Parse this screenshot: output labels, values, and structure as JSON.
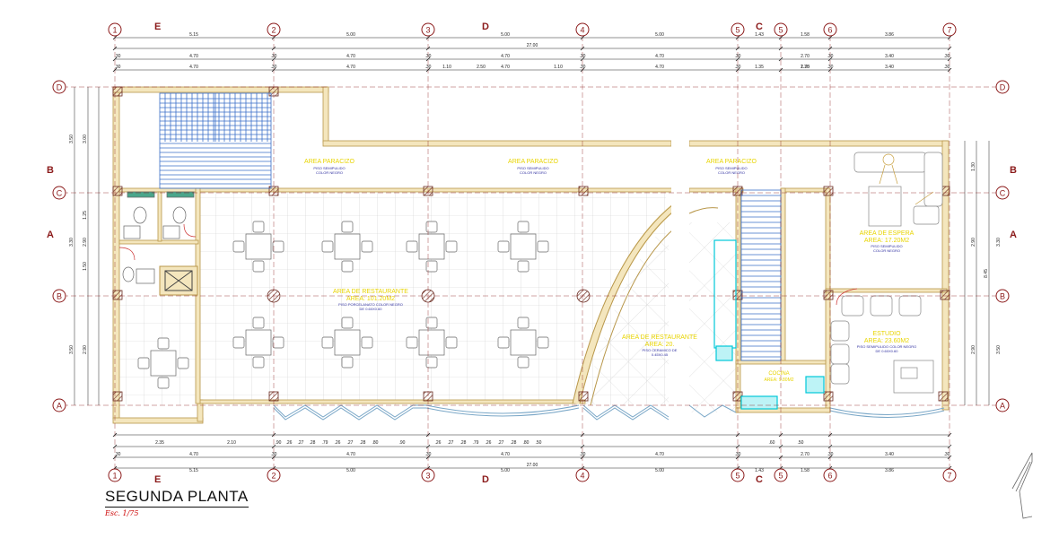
{
  "drawing": {
    "title": "SEGUNDA PLANTA",
    "scale": "Esc. 1/75"
  },
  "grid": {
    "columns": [
      "1",
      "2",
      "3",
      "4",
      "5",
      "5",
      "6",
      "7"
    ],
    "rows": [
      "D",
      "C",
      "B",
      "A"
    ],
    "section_marks": [
      "E",
      "D",
      "C",
      "B",
      "A"
    ]
  },
  "dimensions": {
    "top_row1": [
      "5.15",
      "5.00",
      "5.00",
      "5.00",
      "1.43",
      "1.58",
      "3.86"
    ],
    "total": "27.00",
    "top_row2": [
      ".30",
      "4.70",
      ".30",
      "4.70",
      ".30",
      "4.70",
      ".30",
      "4.70",
      ".30",
      "2.70",
      ".30",
      "3.40",
      ".30"
    ],
    "top_row3": [
      "1.10",
      "2.50",
      "1.10",
      "1.35",
      "1.35"
    ],
    "left_row1": [
      "3.00",
      "1.25",
      "2.90",
      "1.50",
      "2.90"
    ],
    "left_row2": [
      "3.50",
      "3.30",
      "3.50"
    ],
    "right_row1": [
      "1.30",
      "2.90",
      "2.90"
    ],
    "right_row2": [
      "3.30",
      "3.50",
      "8.45"
    ],
    "bottom_row1": [
      "2.35",
      "2.10",
      ".90",
      ".26",
      ".27",
      ".28",
      ".79",
      ".26",
      ".27",
      ".28",
      ".80",
      ".90",
      ".26",
      ".27",
      ".28",
      ".79",
      ".26",
      ".27",
      ".28",
      ".80",
      ".50",
      ".60",
      ".50"
    ]
  },
  "rooms": [
    {
      "name": "AREA PARACIZO",
      "sub1": "PISO SEMIPULIDO",
      "sub2": "COLOR NEGRO"
    },
    {
      "name": "AREA PARACIZO",
      "sub1": "PISO SEMIPULIDO",
      "sub2": "COLOR NEGRO"
    },
    {
      "name": "AREA PARACIZO",
      "sub1": "PISO SEMIPULIDO",
      "sub2": "COLOR NEGRO"
    },
    {
      "name": "AREA DE RESTAURANTE",
      "area": "AREA: 101.20M2",
      "sub1": "PISO PORCELANATO COLOR NEGRO",
      "sub2": "DE 0.60X0.60"
    },
    {
      "name": "AREA DE RESTAURANTE",
      "area": "AREA: 20.",
      "sub1": "PISO CERAMICO DE",
      "sub2": "0.45X0.45"
    },
    {
      "name": "AREA DE ESPERA",
      "area": "AREA: 17.20M2",
      "sub1": "PISO SEMIPULIDO",
      "sub2": "COLOR NEGRO"
    },
    {
      "name": "ESTUDIO",
      "area": "AREA: 23.60M2",
      "sub1": "PISO SEMIPULIDO COLOR NEGRO",
      "sub2": "DE 0.60X0.60"
    },
    {
      "name": "COCINA",
      "area": "AREA: 9.80M2",
      "sub1": "",
      "sub2": ""
    }
  ],
  "colors": {
    "wall": "#e2c98a",
    "wall_edge": "#b8974a",
    "stair": "#3a6fc8",
    "dim_line": "#222222",
    "grid_bubble": "#8b1a1a",
    "label_yellow": "#e8d400",
    "label_blue": "#3030a0",
    "kitchen": "#00c8d8"
  }
}
